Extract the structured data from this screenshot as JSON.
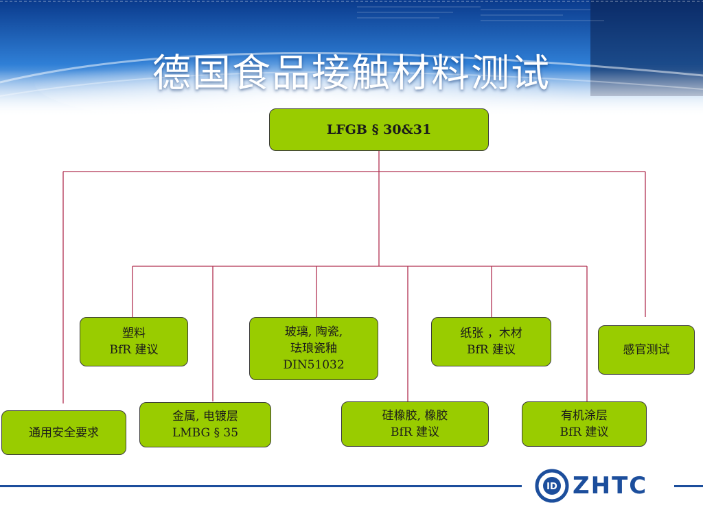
{
  "slide": {
    "title": "德国食品接触材料测试"
  },
  "diagram": {
    "root": {
      "line1": "LFGB § 30&31"
    },
    "nodes": {
      "plastic": {
        "line1": "塑料",
        "line2": "BfR 建议"
      },
      "glass": {
        "line1": "玻璃, 陶瓷,",
        "line2": "珐琅瓷釉",
        "line3": "DIN51032"
      },
      "paper": {
        "line1": "纸张 ，木材",
        "line2": "BfR 建议"
      },
      "sensory": {
        "line1": "感官测试"
      },
      "general": {
        "line1": "通用安全要求"
      },
      "metal": {
        "line1": "金属, 电镀层",
        "line2": "LMBG § 35"
      },
      "silicone": {
        "line1": "硅橡胶, 橡胶",
        "line2": "BfR 建议"
      },
      "coating": {
        "line1": "有机涂层",
        "line2": "BfR 建议"
      }
    }
  },
  "footer": {
    "logo_text": "ZHTC",
    "logo_mark": "ID"
  },
  "colors": {
    "box_fill": "#99cc00",
    "connector": "#b03050",
    "brand_blue": "#1c4e9c"
  }
}
